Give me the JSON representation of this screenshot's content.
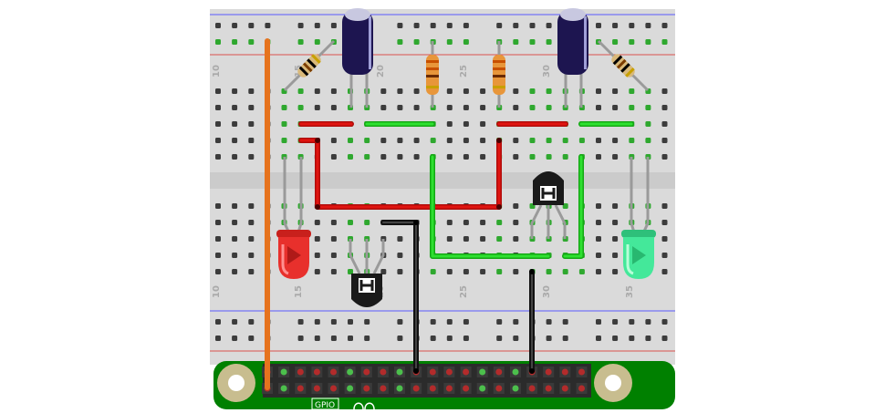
{
  "column_labels": [
    "10",
    "15",
    "20",
    "25",
    "30",
    "35"
  ],
  "gpio_label": "GPIO",
  "colors": {
    "board": "#dadada",
    "hole": "#3c3c3c",
    "hole_active": "#2fa82f",
    "rail_red": "#d9534f",
    "rail_blue": "#5a5aff",
    "pi_green": "#008000",
    "wire_red": "#c8100c",
    "wire_green": "#1ec820",
    "wire_black": "#222222",
    "wire_orange": "#e6731e",
    "led_red": "#e8302c",
    "led_green": "#44e89a",
    "capacitor": "#1d1550",
    "transistor": "#1a1a1a"
  },
  "components": {
    "capacitors": 2,
    "resistors": 4,
    "transistors": 2,
    "leds": [
      "red",
      "green"
    ]
  }
}
